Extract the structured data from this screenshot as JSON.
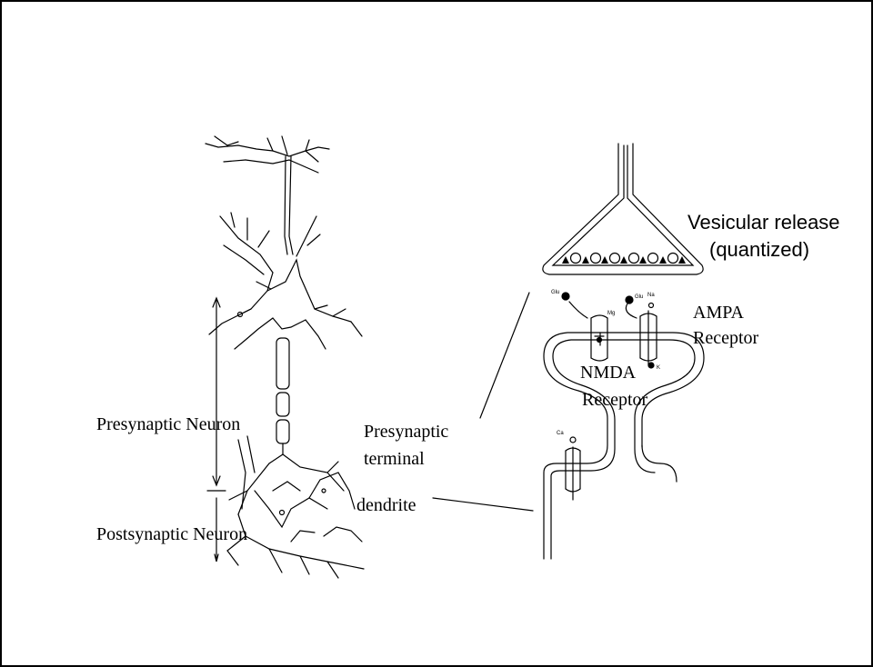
{
  "labels": {
    "presynaptic_neuron": "Presynaptic Neuron",
    "postsynaptic_neuron": "Postsynaptic Neuron",
    "presynaptic_terminal_line1": "Presynaptic",
    "presynaptic_terminal_line2": "terminal",
    "dendrite": "dendrite",
    "vesicular_release_line1": "Vesicular release",
    "vesicular_release_line2": "(quantized)",
    "ampa_line1": "AMPA",
    "ampa_line2": "Receptor",
    "nmda_line1": "NMDA",
    "nmda_line2": "Receptor"
  },
  "ion_labels": {
    "glu_left": "Glu",
    "glu_right": "Glu",
    "mg": "Mg",
    "na": "Na",
    "k": "K",
    "ca": "Ca"
  }
}
